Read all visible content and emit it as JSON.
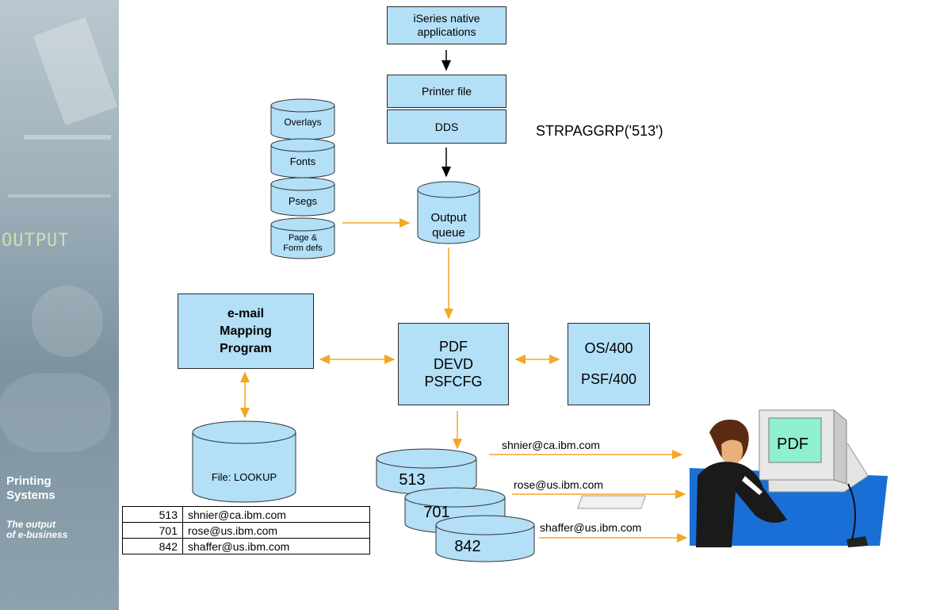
{
  "sidebar": {
    "band_text": "OUTPUT",
    "brand_line1": "Printing",
    "brand_line2": "Systems",
    "tagline1": "The output",
    "tagline2": "of e-business"
  },
  "boxes": {
    "native_apps": "iSeries native applications",
    "printer_file": "Printer file",
    "dds": "DDS",
    "email_mapping_line1": "e-mail",
    "email_mapping_line2": "Mapping",
    "email_mapping_line3": "Program",
    "pdf_line1": "PDF",
    "pdf_line2": "DEVD",
    "pdf_line3": "PSFCFG",
    "os400": "OS/400",
    "psf400": "PSF/400"
  },
  "command_text": "STRPAGGRP('513')",
  "resources": {
    "overlays": "Overlays",
    "fonts": "Fonts",
    "psegs": "Psegs",
    "page_form_line1": "Page &",
    "page_form_line2": "Form defs"
  },
  "output_queue_line1": "Output",
  "output_queue_line2": "queue",
  "lookup_file": "File: LOOKUP",
  "lookup_table": [
    {
      "key": "513",
      "email": "shnier@ca.ibm.com"
    },
    {
      "key": "701",
      "email": "rose@us.ibm.com"
    },
    {
      "key": "842",
      "email": "shaffer@us.ibm.com"
    }
  ],
  "spool_files": [
    "513",
    "701",
    "842"
  ],
  "recipients": [
    "shnier@ca.ibm.com",
    "rose@us.ibm.com",
    "shaffer@us.ibm.com"
  ],
  "monitor_label": "PDF",
  "colors": {
    "box_fill": "#b3dff7",
    "arrow_orange": "#f5a623",
    "arrow_black": "#000000",
    "monitor_screen": "#8ef0cf"
  }
}
